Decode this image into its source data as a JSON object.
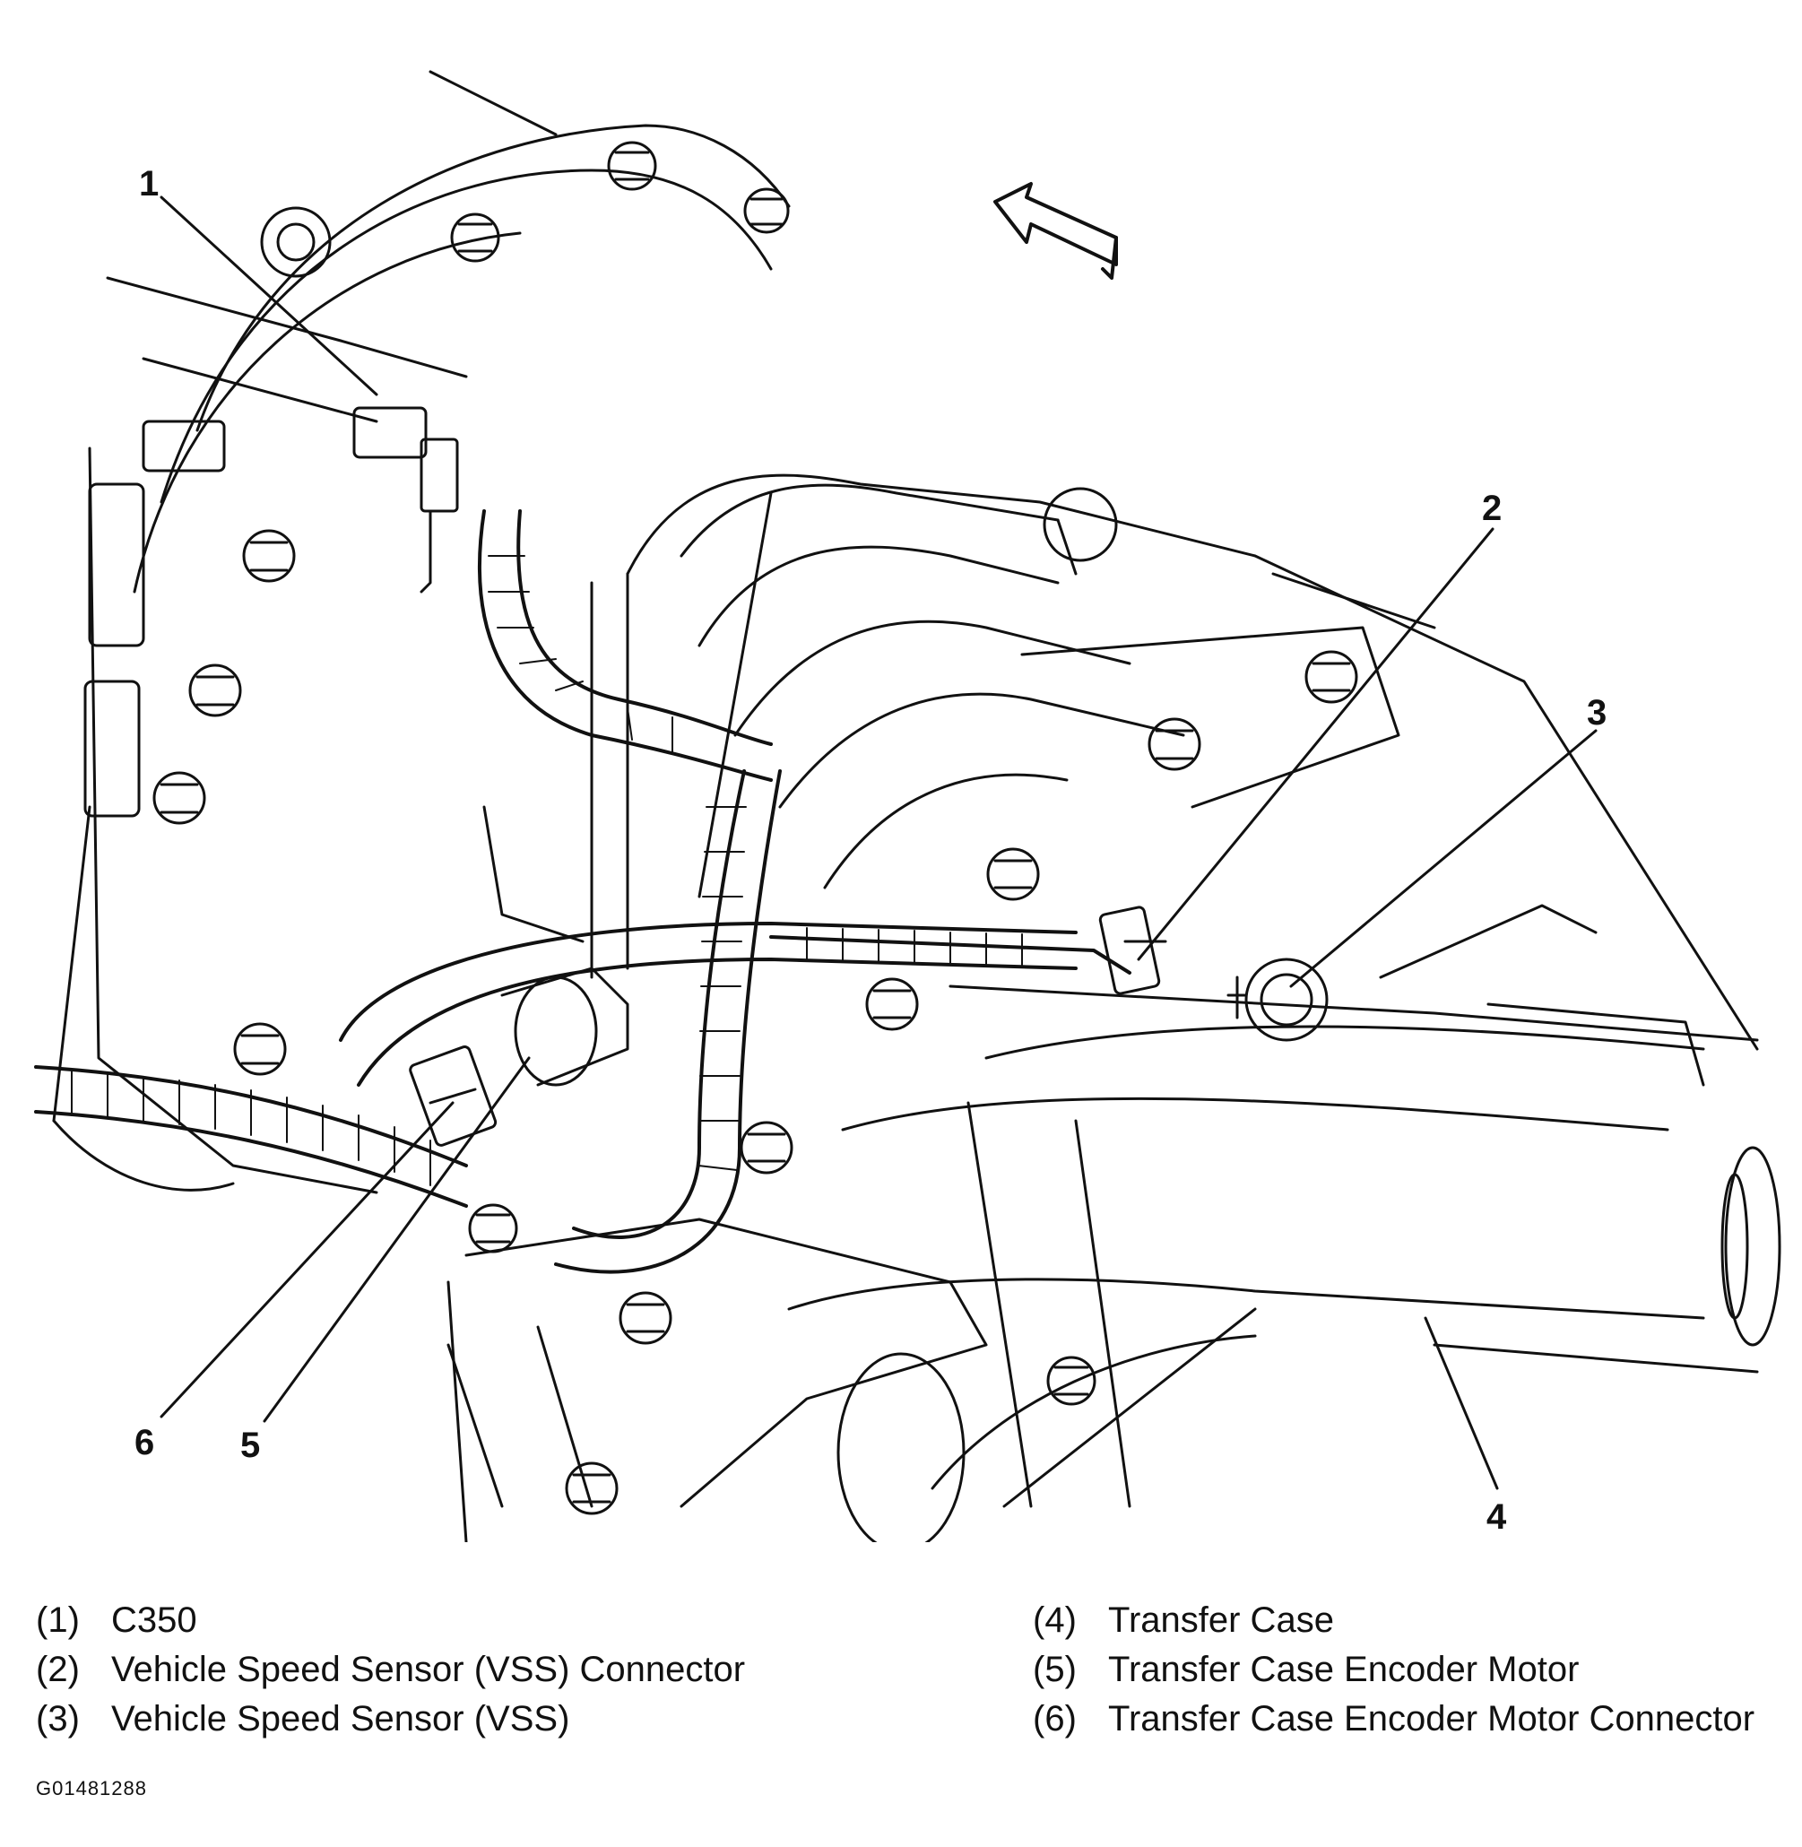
{
  "figure": {
    "callouts": [
      {
        "number": "1",
        "label": "C350"
      },
      {
        "number": "2",
        "label": "Vehicle Speed Sensor (VSS) Connector"
      },
      {
        "number": "3",
        "label": "Vehicle Speed Sensor (VSS)"
      },
      {
        "number": "4",
        "label": "Transfer Case"
      },
      {
        "number": "5",
        "label": "Transfer Case Encoder Motor"
      },
      {
        "number": "6",
        "label": "Transfer Case Encoder Motor Connector"
      }
    ]
  },
  "legend": {
    "left": [
      {
        "num": "(1)",
        "text": "C350"
      },
      {
        "num": "(2)",
        "text": "Vehicle Speed Sensor (VSS) Connector"
      },
      {
        "num": "(3)",
        "text": "Vehicle Speed Sensor (VSS)"
      }
    ],
    "right": [
      {
        "num": "(4)",
        "text": "Transfer Case"
      },
      {
        "num": "(5)",
        "text": "Transfer Case Encoder Motor"
      },
      {
        "num": "(6)",
        "text": "Transfer Case Encoder Motor Connector"
      }
    ]
  },
  "figure_code": "G01481288",
  "colors": {
    "line": "#111111",
    "background": "#ffffff"
  }
}
